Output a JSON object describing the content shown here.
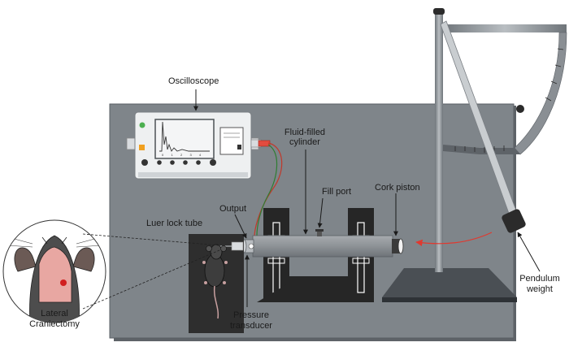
{
  "labels": {
    "oscilloscope": "Oscilloscope",
    "fluid_cylinder_line1": "Fluid-filled",
    "fluid_cylinder_line2": "cylinder",
    "output": "Output",
    "fill_port": "Fill port",
    "cork_piston": "Cork piston",
    "luer_lock_tube": "Luer lock tube",
    "pressure_transducer_line1": "Pressure",
    "pressure_transducer_line2": "transducer",
    "pendulum_weight_line1": "Pendulum",
    "pendulum_weight_line2": "weight",
    "lateral_craniectomy_line1": "Lateral",
    "lateral_craniectomy_line2": "Craniectomy"
  },
  "oscilloscope_screen_ticks": [
    "0",
    "1",
    "2",
    "3",
    "4"
  ],
  "colors": {
    "board": "#7f858a",
    "board_edge": "#5e6368",
    "metal": "#8a8f94",
    "dark": "#2b2b2b",
    "impact_arrow": "#e0392f"
  }
}
